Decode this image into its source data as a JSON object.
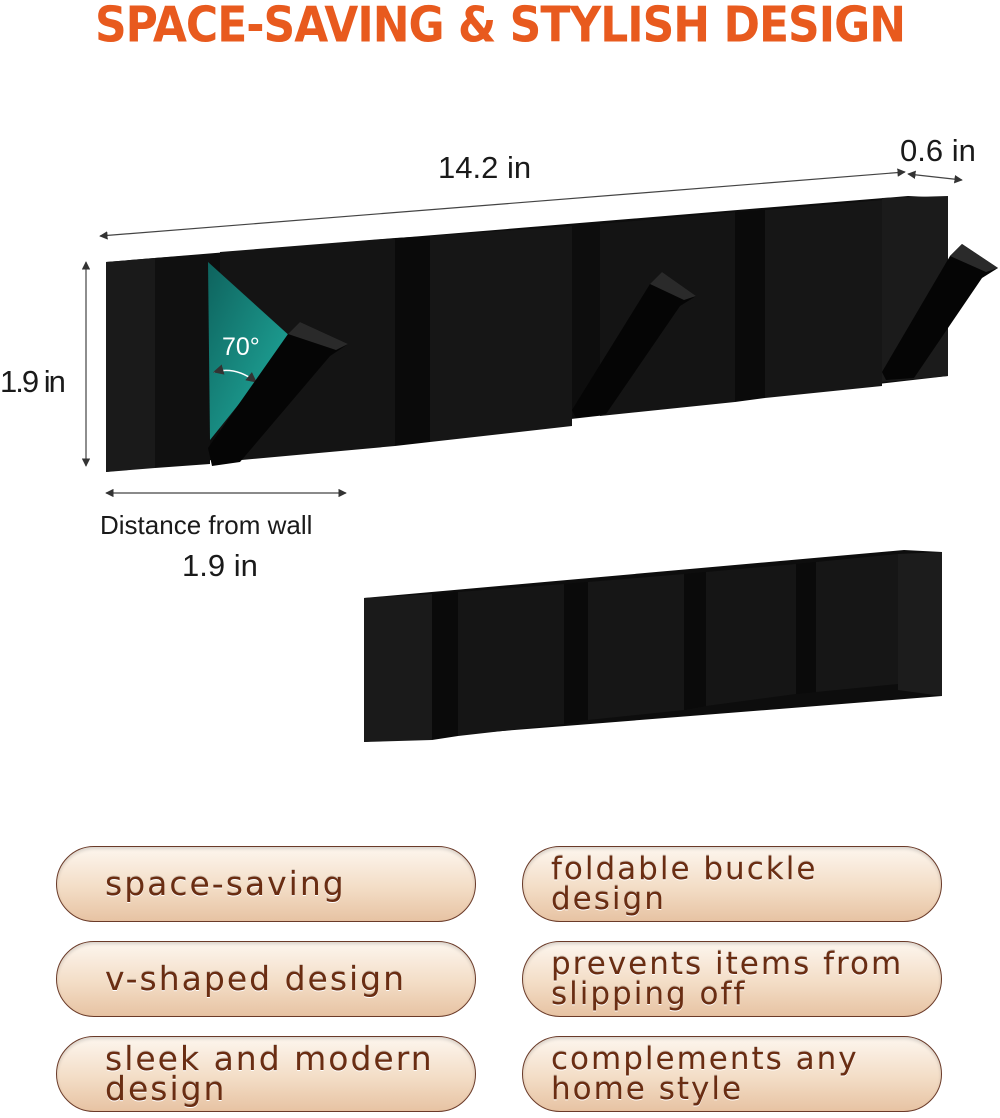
{
  "title": "SPACE-SAVING & STYLISH DESIGN",
  "dimensions": {
    "length": "14.2 in",
    "depth": "0.6 in",
    "height": "1.9 in",
    "angle": "70°",
    "wall_label": "Distance from wall",
    "wall_value": "1.9 in"
  },
  "features": {
    "left": [
      "space-saving",
      "v-shaped design",
      "sleek and modern design"
    ],
    "right": [
      "foldable buckle design",
      "prevents items from slipping off",
      "complements any home style"
    ]
  },
  "colors": {
    "title": "#e85a1e",
    "rack": "#111111",
    "angle_highlight": "#1aa89a",
    "pill_text": "#6a2d12"
  }
}
